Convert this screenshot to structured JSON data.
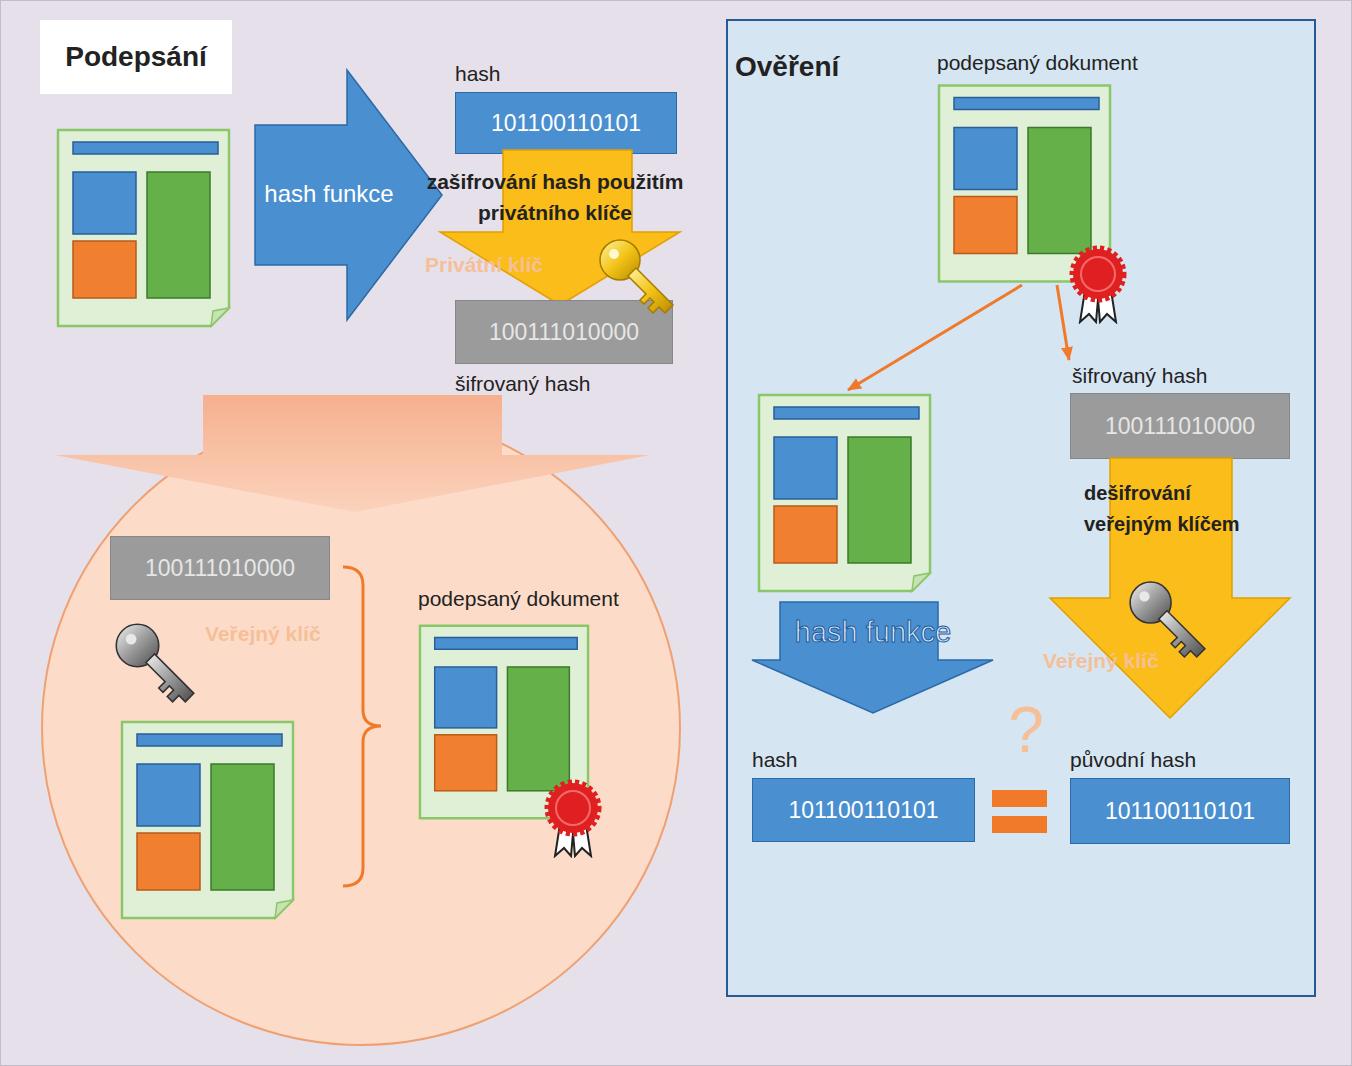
{
  "diagram": {
    "nodes": [
      {
        "text": [
          "Podepsání"
        ]
      },
      {
        "text": [
          "hash",
          "101100110101"
        ]
      },
      {
        "text": [
          "hash funkce"
        ]
      },
      {
        "text": [
          "zašifrování hash použitím privátního klíče",
          "Privátní klíč"
        ]
      },
      {
        "text": [
          "100111010000",
          "šifrovaný hash"
        ]
      },
      {
        "text": [
          "100111010000"
        ]
      },
      {
        "text": [
          "podepsaný dokument"
        ]
      },
      {
        "text": [
          "Ověření"
        ]
      },
      {
        "text": [
          "podepsaný dokument"
        ],
        "in": 7
      },
      {
        "text": [
          "šifrovaný hash",
          "100111010000"
        ],
        "in": 7
      },
      {
        "text": [
          "dešifrování veřejným klíčem",
          "Veřejný klíč"
        ],
        "in": 7
      },
      {
        "text": [
          "hash funkce"
        ],
        "in": 7
      },
      {
        "text": [
          "hash",
          "101100110101"
        ],
        "in": 7
      },
      {
        "text": [
          "původní hash",
          "101100110101"
        ],
        "in": 7
      }
    ],
    "edges": [
      {
        "from": 8,
        "to": 9,
        "arrow": "to"
      }
    ],
    "labels": [
      "Veřejný klíč",
      "?"
    ]
  }
}
